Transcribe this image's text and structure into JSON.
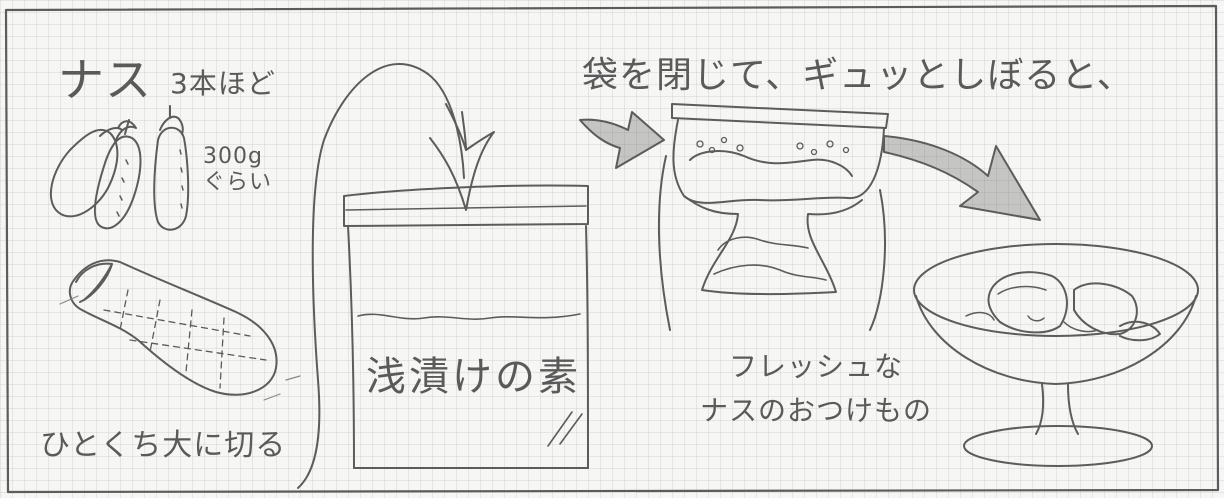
{
  "step1": {
    "heading": "ナス",
    "count": "3本ほど",
    "weight": "300g\nぐらい",
    "cut_instruction": "ひとくち大に切る"
  },
  "step2": {
    "bag_label": "浅漬けの素"
  },
  "step3": {
    "instruction": "袋を閉じて、ギュッとしぼると、"
  },
  "step4": {
    "result": "フレッシュな\nナスのおつけもの"
  },
  "colors": {
    "pencil": "#5a5a5a",
    "paper": "#f6f6f4",
    "grid": "#d2d2d0"
  }
}
